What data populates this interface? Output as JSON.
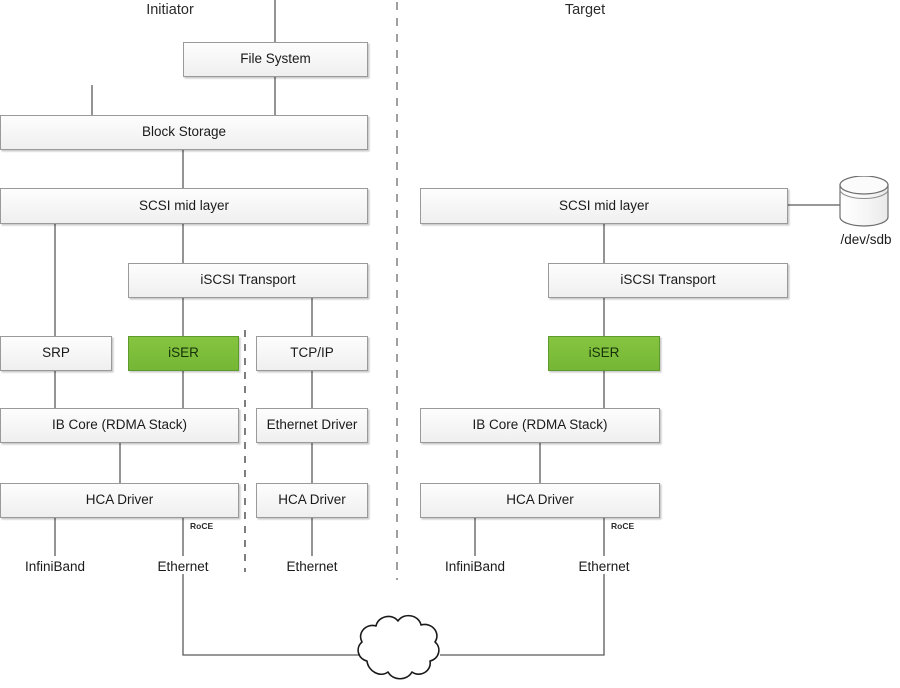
{
  "diagram": {
    "title_initiator": "Initiator",
    "title_target": "Target",
    "accent_color": "#7CBD3A",
    "line_color": "#5a5a5a",
    "box_fill": "#F5F5F5",
    "box_border": "#9A9A9A"
  },
  "headers": {
    "initiator": "Initiator",
    "target": "Target"
  },
  "initiator": {
    "file_system": "File System",
    "block_storage": "Block Storage",
    "scsi_mid_layer": "SCSI mid layer",
    "iscsi_transport": "iSCSI Transport",
    "srp": "SRP",
    "iser": "iSER",
    "tcpip": "TCP/IP",
    "ib_core": "IB Core (RDMA Stack)",
    "ethernet_driver": "Ethernet Driver",
    "hca_driver_rdma": "HCA Driver",
    "hca_driver_eth": "HCA Driver",
    "roce": "RoCE",
    "infiniband": "InfiniBand",
    "ethernet_rdma": "Ethernet",
    "ethernet_tcp": "Ethernet"
  },
  "target": {
    "scsi_mid_layer": "SCSI mid layer",
    "iscsi_transport": "iSCSI Transport",
    "iser": "iSER",
    "ib_core": "IB Core (RDMA Stack)",
    "hca_driver": "HCA Driver",
    "roce": "RoCE",
    "infiniband": "InfiniBand",
    "ethernet": "Ethernet",
    "device_label": "/dev/sdb"
  },
  "network": {
    "cloud_name": "network-cloud"
  }
}
